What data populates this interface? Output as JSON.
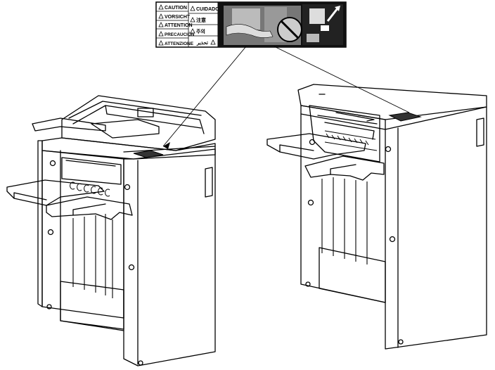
{
  "caution_label": {
    "warnings_left": [
      "CAUTION",
      "VORSICHT",
      "ATTENTION",
      "PRECAUCIÓN",
      "ATTENZIONE"
    ],
    "warnings_right": [
      "CUIDADO",
      "注意",
      "주의",
      "تحذير"
    ]
  },
  "colors": {
    "line": "#000000",
    "label_dark": "#111111",
    "background": "#ffffff"
  }
}
